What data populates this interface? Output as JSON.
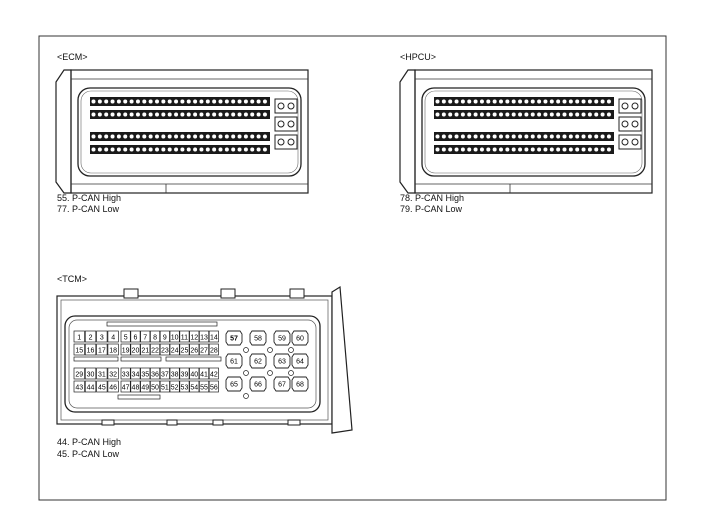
{
  "ecm": {
    "title": "<ECM>",
    "notes": [
      "55. P-CAN High",
      "77. P-CAN Low"
    ]
  },
  "hpcu": {
    "title": "<HPCU>",
    "notes": [
      "78. P-CAN High",
      "79. P-CAN Low"
    ]
  },
  "tcm": {
    "title": "<TCM>",
    "notes": [
      "44. P-CAN High",
      "45. P-CAN Low"
    ],
    "pins_small": {
      "row1": [
        "1",
        "2",
        "3",
        "4",
        "5",
        "6",
        "7",
        "8",
        "9",
        "10",
        "11",
        "12",
        "13",
        "14"
      ],
      "row2": [
        "15",
        "16",
        "17",
        "18",
        "19",
        "20",
        "21",
        "22",
        "23",
        "24",
        "25",
        "26",
        "27",
        "28"
      ],
      "row3": [
        "29",
        "30",
        "31",
        "32",
        "33",
        "34",
        "35",
        "36",
        "37",
        "38",
        "39",
        "40",
        "41",
        "42"
      ],
      "row4": [
        "43",
        "44",
        "45",
        "46",
        "47",
        "48",
        "49",
        "50",
        "51",
        "52",
        "53",
        "54",
        "55",
        "56"
      ]
    },
    "pins_large": {
      "row1": [
        "57",
        "58",
        "59",
        "60"
      ],
      "row2": [
        "61",
        "62",
        "63",
        "64"
      ],
      "row3": [
        "65",
        "66",
        "67",
        "68"
      ]
    }
  }
}
